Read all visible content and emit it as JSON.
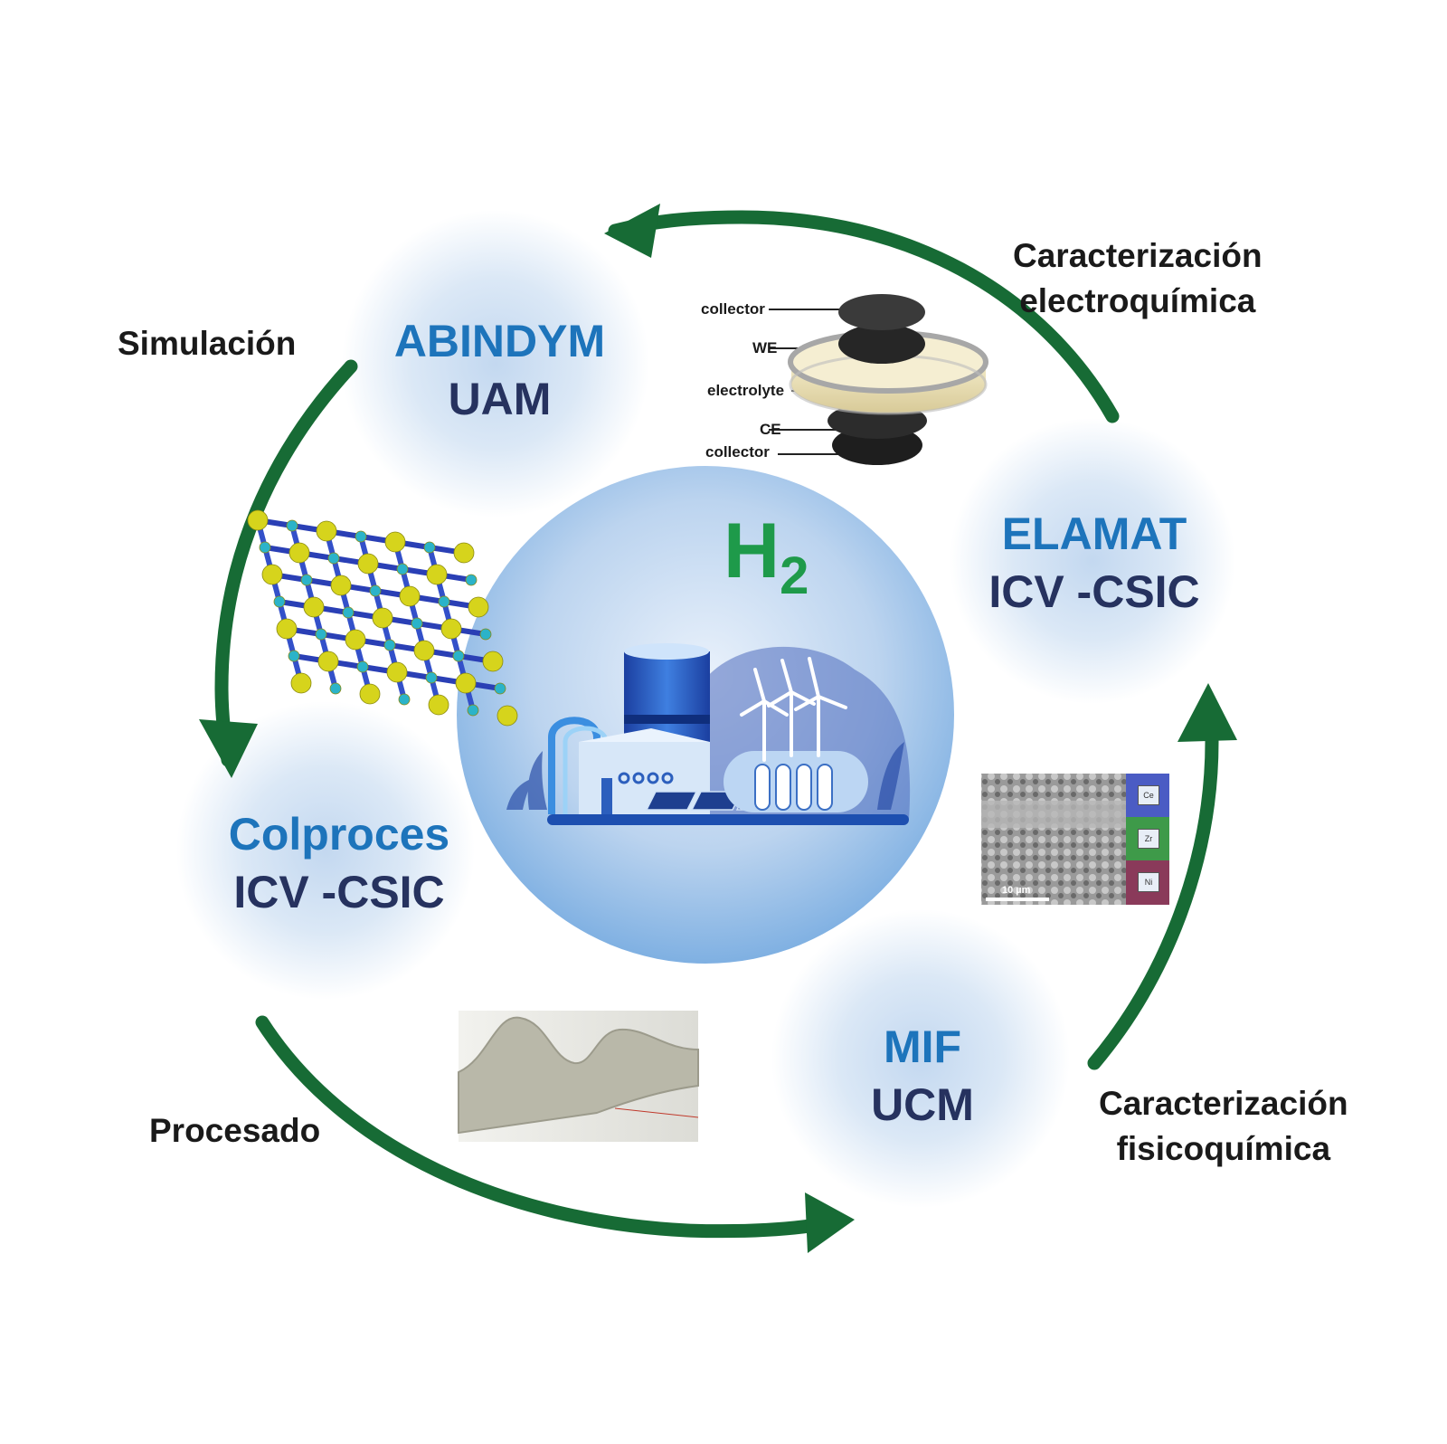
{
  "colors": {
    "cycle_arrow": "#176b35",
    "group_name_primary": "#1d74bb",
    "group_name_secondary": "#26325f",
    "h2_green": "#1e9a4a",
    "blob_edge": "#ffffff",
    "blob_inner": "#cfe0f3",
    "center_circle": "#7fb0e2"
  },
  "center": {
    "symbol": "H",
    "subscript": "2",
    "illustration": "green-hydrogen-plant-icon"
  },
  "groups": [
    {
      "id": "abindym",
      "name": "ABINDYM",
      "institution": "UAM"
    },
    {
      "id": "elamat",
      "name": "ELAMAT",
      "institution": "ICV -CSIC"
    },
    {
      "id": "mif",
      "name": "MIF",
      "institution": "UCM"
    },
    {
      "id": "colproces",
      "name": "Colproces",
      "institution": "ICV -CSIC"
    }
  ],
  "stages": [
    {
      "id": "simulacion",
      "lines": [
        "Simulación"
      ]
    },
    {
      "id": "electroquimica",
      "lines": [
        "Caracterización",
        "electroquímica"
      ]
    },
    {
      "id": "fisicoquimica",
      "lines": [
        "Caracterización",
        "fisicoquímica"
      ]
    },
    {
      "id": "procesado",
      "lines": [
        "Procesado"
      ]
    }
  ],
  "cell_diagram": {
    "labels": [
      "collector",
      "WE",
      "electrolyte",
      "CE",
      "collector"
    ]
  },
  "sem_image": {
    "element_tags": [
      "Ce",
      "Zr",
      "Ni"
    ],
    "scale_bar": "10 µm"
  },
  "icons": [
    "crystal-structure-icon",
    "fuel-cell-stack-icon",
    "sem-micrograph-icon",
    "ceramic-tape-icon"
  ]
}
